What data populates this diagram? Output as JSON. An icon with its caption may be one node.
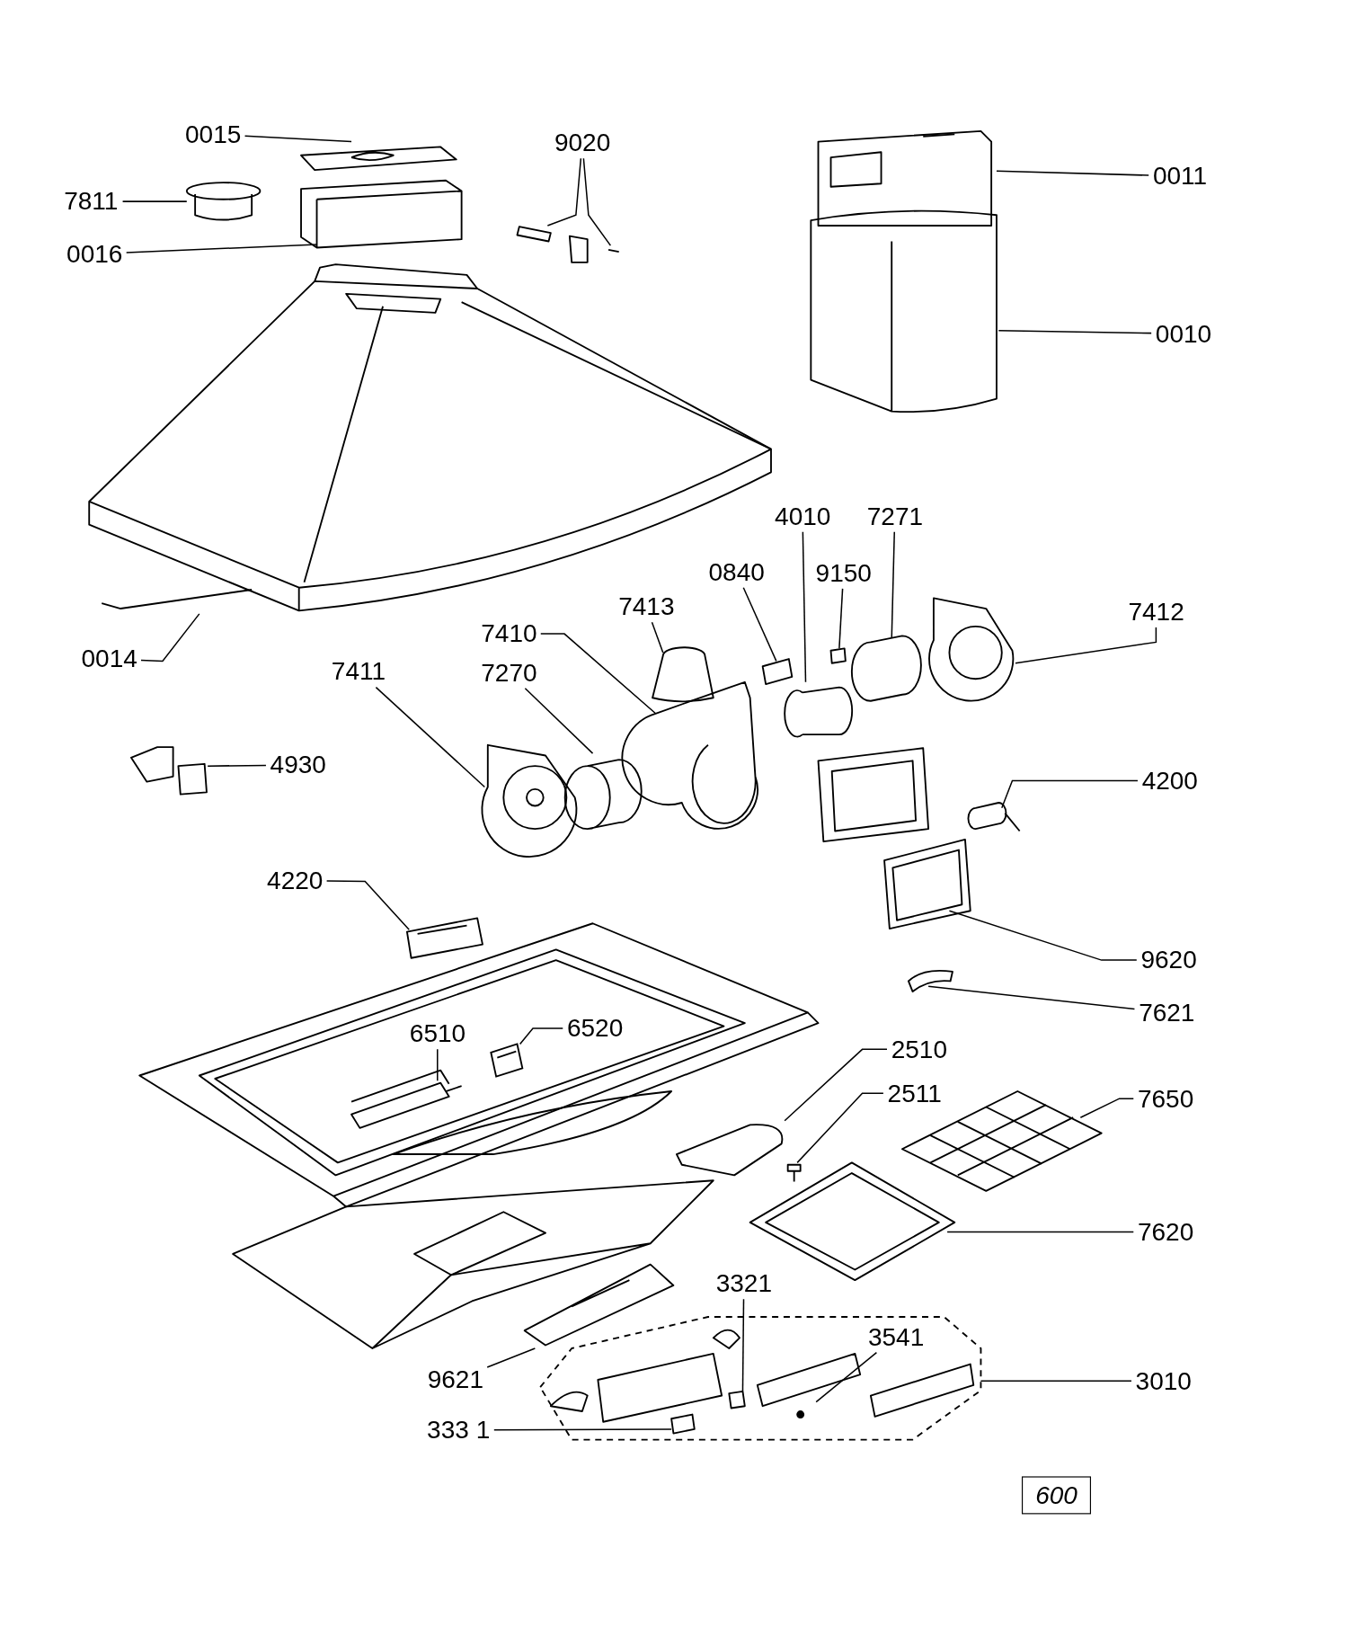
{
  "diagram": {
    "nodes": [
      {
        "text": [
          "0015"
        ]
      },
      {
        "text": [
          "9020"
        ]
      },
      {
        "text": [
          "7811"
        ]
      },
      {
        "text": [
          "0011"
        ]
      },
      {
        "text": [
          "0016"
        ]
      },
      {
        "text": [
          "0010"
        ]
      },
      {
        "text": [
          "4010"
        ]
      },
      {
        "text": [
          "7271"
        ]
      },
      {
        "text": [
          "0840"
        ]
      },
      {
        "text": [
          "9150"
        ]
      },
      {
        "text": [
          "7413"
        ]
      },
      {
        "text": [
          "7412"
        ]
      },
      {
        "text": [
          "7410"
        ]
      },
      {
        "text": [
          "0014"
        ]
      },
      {
        "text": [
          "7411"
        ]
      },
      {
        "text": [
          "7270"
        ]
      },
      {
        "text": [
          "4930"
        ]
      },
      {
        "text": [
          "4200"
        ]
      },
      {
        "text": [
          "4220"
        ]
      },
      {
        "text": [
          "9620"
        ]
      },
      {
        "text": [
          "7621"
        ]
      },
      {
        "text": [
          "6510"
        ]
      },
      {
        "text": [
          "6520"
        ]
      },
      {
        "text": [
          "2510"
        ]
      },
      {
        "text": [
          "2511"
        ]
      },
      {
        "text": [
          "7650"
        ]
      },
      {
        "text": [
          "7620"
        ]
      },
      {
        "text": [
          "3321"
        ]
      },
      {
        "text": [
          "3541"
        ]
      },
      {
        "text": [
          "9621"
        ]
      },
      {
        "text": [
          "3010"
        ]
      },
      {
        "text": [
          "333 1"
        ]
      },
      {
        "text": [
          "600"
        ]
      },
      {
        "text": [],
        "shape": "picture"
      }
    ],
    "edges": [
      {
        "from": 0,
        "to": null,
        "arrow": "none"
      },
      {
        "from": 1,
        "to": null,
        "arrow": "none"
      },
      {
        "from": 1,
        "to": null,
        "arrow": "none"
      },
      {
        "from": 2,
        "to": null,
        "arrow": "none"
      },
      {
        "from": 3,
        "to": null,
        "arrow": "none"
      },
      {
        "from": 4,
        "to": null,
        "arrow": "none"
      },
      {
        "from": 5,
        "to": null,
        "arrow": "none"
      },
      {
        "from": 6,
        "to": null,
        "arrow": "none"
      },
      {
        "from": 7,
        "to": null,
        "arrow": "none"
      },
      {
        "from": 8,
        "to": null,
        "arrow": "none"
      },
      {
        "from": 9,
        "to": null,
        "arrow": "none"
      },
      {
        "from": 10,
        "to": null,
        "arrow": "none"
      },
      {
        "from": 11,
        "to": null,
        "arrow": "none"
      },
      {
        "from": 12,
        "to": null,
        "arrow": "none"
      },
      {
        "from": 13,
        "to": null,
        "arrow": "none"
      },
      {
        "from": 14,
        "to": null,
        "arrow": "none"
      },
      {
        "from": 15,
        "to": null,
        "arrow": "none"
      },
      {
        "from": 16,
        "to": null,
        "arrow": "none"
      },
      {
        "from": 17,
        "to": null,
        "arrow": "none"
      },
      {
        "from": 18,
        "to": null,
        "arrow": "none"
      },
      {
        "from": 19,
        "to": null,
        "arrow": "none"
      },
      {
        "from": 20,
        "to": null,
        "arrow": "none"
      },
      {
        "from": 21,
        "to": null,
        "arrow": "none"
      },
      {
        "from": 22,
        "to": 33,
        "arrow": "none"
      },
      {
        "from": 23,
        "to": null,
        "arrow": "none"
      },
      {
        "from": 24,
        "to": null,
        "arrow": "none"
      },
      {
        "from": 25,
        "to": null,
        "arrow": "none"
      },
      {
        "from": 26,
        "to": null,
        "arrow": "none"
      },
      {
        "from": 27,
        "to": null,
        "arrow": "none"
      },
      {
        "from": 28,
        "to": null,
        "arrow": "none"
      },
      {
        "from": 29,
        "to": null,
        "arrow": "none"
      },
      {
        "from": 30,
        "to": null,
        "arrow": "none"
      },
      {
        "from": 31,
        "to": null,
        "arrow": "none"
      }
    ]
  }
}
